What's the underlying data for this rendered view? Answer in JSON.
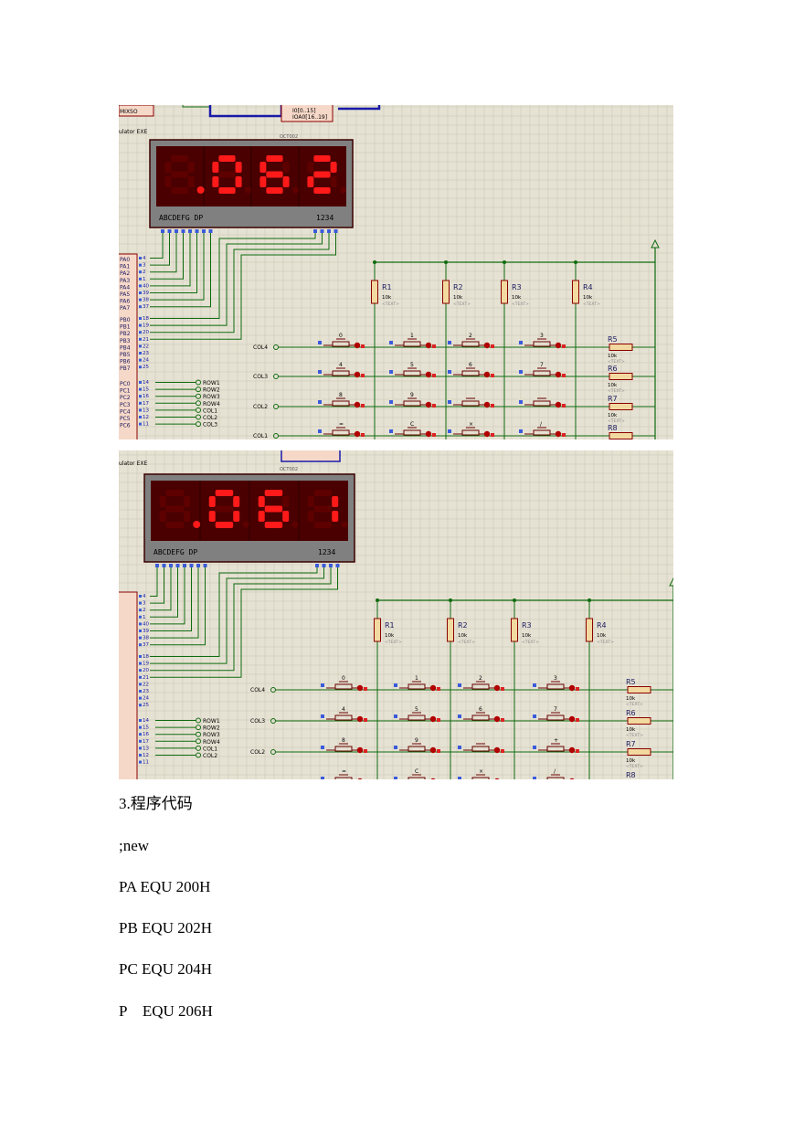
{
  "screenshot1": {
    "display_digits": "062",
    "display_dp_digit": 1,
    "display_pin_labels": "ABCDEFG DP",
    "display_digit_labels": "1234",
    "ic_pins": [
      "I0[0..15]",
      "IOA0[16..19]"
    ],
    "ic_name": "OCT002",
    "side_label_1": "MIXSO",
    "side_label_2": "ulator EXE",
    "port_a": [
      "PA0",
      "PA1",
      "PA2",
      "PA3",
      "PA4",
      "PA5",
      "PA6",
      "PA7"
    ],
    "port_a_nums": [
      "4",
      "3",
      "2",
      "1",
      "40",
      "39",
      "38",
      "37"
    ],
    "port_b": [
      "PB0",
      "PB1",
      "PB2",
      "PB3",
      "PB4",
      "PB5",
      "PB6",
      "PB7"
    ],
    "port_b_nums": [
      "18",
      "19",
      "20",
      "21",
      "22",
      "23",
      "24",
      "25"
    ],
    "port_c": [
      "PC0",
      "PC1",
      "PC2",
      "PC3",
      "PC4",
      "PC5",
      "PC6"
    ],
    "port_c_nums": [
      "14",
      "15",
      "16",
      "17",
      "13",
      "12",
      "11"
    ],
    "net_c": [
      "ROW1",
      "ROW2",
      "ROW3",
      "ROW4",
      "COL1",
      "COL2",
      "COL3"
    ],
    "resistors_top": [
      {
        "name": "R1",
        "val": "10k"
      },
      {
        "name": "R2",
        "val": "10k"
      },
      {
        "name": "R3",
        "val": "10k"
      },
      {
        "name": "R4",
        "val": "10k"
      }
    ],
    "resistors_side": [
      {
        "name": "R5",
        "val": "10k"
      },
      {
        "name": "R6",
        "val": "10k"
      },
      {
        "name": "R7",
        "val": "10k"
      },
      {
        "name": "R8",
        "val": "10k"
      }
    ],
    "text_tag": "<TEXT>",
    "row_labels": [
      "COL4",
      "COL3",
      "COL2",
      "COL1"
    ],
    "keys": [
      [
        "0",
        "1",
        "2",
        "3"
      ],
      [
        "4",
        "5",
        "6",
        "7"
      ],
      [
        "8",
        "9",
        "",
        ""
      ],
      [
        "=",
        "C",
        "×",
        "/"
      ]
    ]
  },
  "screenshot2": {
    "display_digits": "061",
    "display_dp_digit": 1,
    "display_pin_labels": "ABCDEFG DP",
    "display_digit_labels": "1234",
    "ic_name": "OCT002",
    "side_label_2": "ulator EXE",
    "port_a_nums": [
      "4",
      "3",
      "2",
      "1",
      "40",
      "39",
      "38",
      "37"
    ],
    "port_b_nums": [
      "18",
      "19",
      "20",
      "21",
      "22",
      "23",
      "24",
      "25"
    ],
    "port_c_nums": [
      "14",
      "15",
      "16",
      "17",
      "13",
      "12",
      "11"
    ],
    "net_c": [
      "ROW1",
      "ROW2",
      "ROW3",
      "ROW4",
      "COL1",
      "COL2"
    ],
    "resistors_top": [
      {
        "name": "R1",
        "val": "10k"
      },
      {
        "name": "R2",
        "val": "10k"
      },
      {
        "name": "R3",
        "val": "10k"
      },
      {
        "name": "R4",
        "val": "10k"
      }
    ],
    "resistors_side": [
      {
        "name": "R5",
        "val": "10k"
      },
      {
        "name": "R6",
        "val": "10k"
      },
      {
        "name": "R7",
        "val": "10k"
      },
      {
        "name": "R8",
        "val": "10k"
      }
    ],
    "text_tag": "<TEXT>",
    "row_labels": [
      "COL4",
      "COL3",
      "COL2"
    ],
    "keys": [
      [
        "0",
        "1",
        "2",
        "3"
      ],
      [
        "4",
        "5",
        "6",
        "7"
      ],
      [
        "8",
        "9",
        "",
        "+"
      ],
      [
        "=",
        "C",
        "×",
        "/"
      ]
    ]
  },
  "text_lines": [
    "3.程序代码",
    ";new",
    "PA EQU 200H",
    "PB EQU 202H",
    "PC EQU 204H",
    "P    EQU 206H"
  ],
  "colors": {
    "bg": "#e6e2d3",
    "grid": "#c9c5b3",
    "wire": "#0f6b0f",
    "bus": "#1a1aa8",
    "seg_on": "#ff1a1a",
    "seg_off": "#5e0000",
    "display_body": "#4a0000",
    "resistor": "#f2d9a0"
  }
}
